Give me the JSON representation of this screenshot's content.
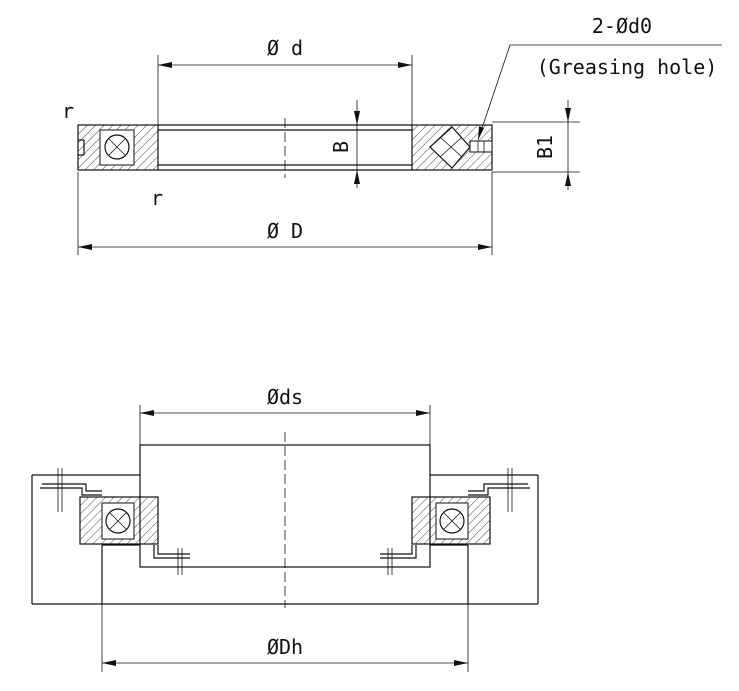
{
  "top_view": {
    "label_bore_d": "Ø d",
    "label_outer_D": "Ø D",
    "label_width_B": "B",
    "label_width_B1": "B1",
    "label_radius_top": "r",
    "label_radius_bottom": "r",
    "label_holes": "2-Ød0",
    "label_holes_note": "(Greasing hole)"
  },
  "mount_view": {
    "label_shaft_ds": "Øds",
    "label_housing_Dh": "ØDh"
  }
}
